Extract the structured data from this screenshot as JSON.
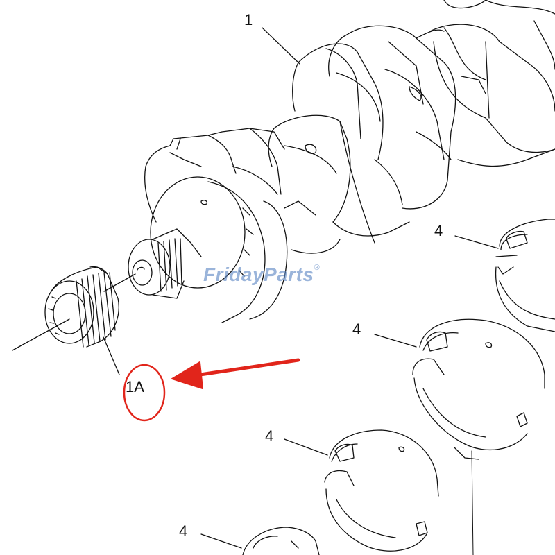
{
  "callouts": {
    "crankshaft": "1",
    "gear": "1A",
    "bearing_1": "4",
    "bearing_2": "4",
    "bearing_3": "4",
    "bearing_4": "4"
  },
  "watermark": {
    "text": "FridayParts",
    "registered_mark": "®"
  },
  "colors": {
    "line_art": "#111111",
    "highlight": "#e1251b",
    "watermark": "#5d87c4"
  }
}
